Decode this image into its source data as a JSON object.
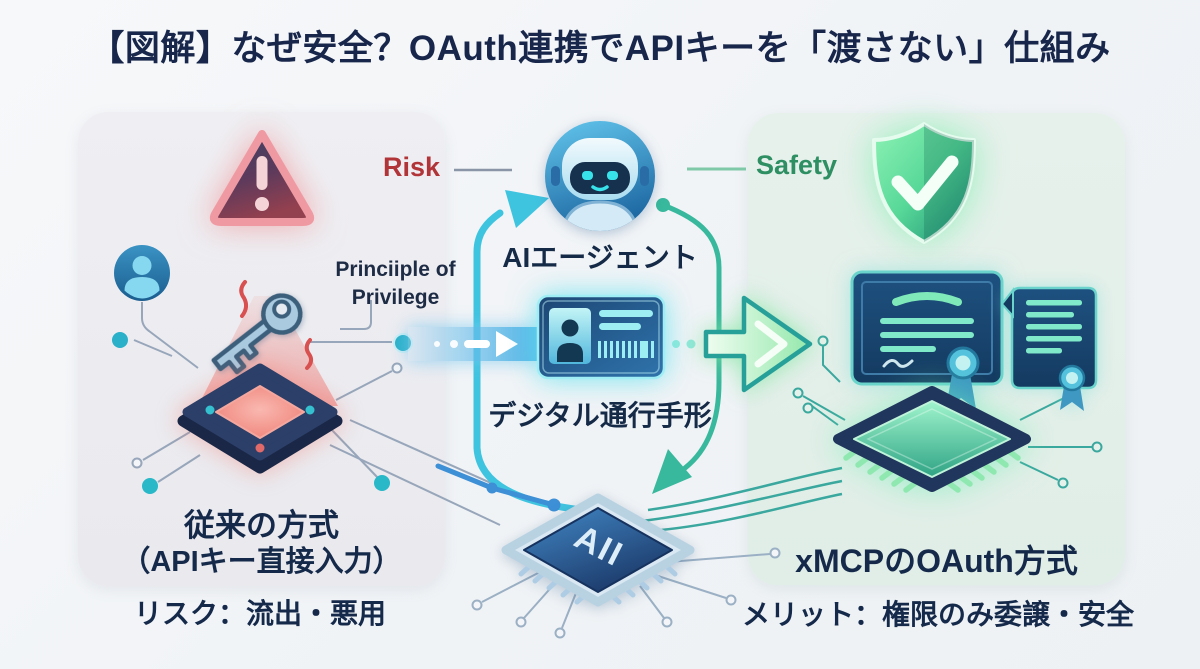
{
  "title": "【図解】なぜ安全？OAuth連携でAPIキーを「渡さない」仕組み",
  "flow": {
    "risk_label": "Risk",
    "safety_label": "Safety",
    "principle_line1": "Princiiple of",
    "principle_line2": "Privilege",
    "ai_agent_label": "AIエージェント",
    "digital_pass_label": "デジタル通行手形",
    "ai_chip_label": "AII"
  },
  "left_panel": {
    "title_line1": "従来の方式",
    "title_line2": "（APIキー直接入力）",
    "caption": "リスク：流出・悪用"
  },
  "right_panel": {
    "title": "xMCPのOAuth方式",
    "caption": "メリット：権限のみ委譲・安全"
  },
  "icons": {
    "warning": "warning-triangle-icon",
    "user": "user-avatar-icon",
    "key": "key-icon",
    "chip_left": "chip-icon",
    "id_card": "id-card-icon",
    "robot": "robot-icon",
    "shield": "shield-check-icon",
    "certificate": "certificate-icon",
    "document": "document-badge-icon",
    "chip_right": "secure-chip-icon",
    "ai_chip": "ai-chip-icon"
  },
  "colors": {
    "risk_red": "#b13438",
    "safety_green": "#2e8f63",
    "title_navy": "#17264a",
    "flow_cyan": "#3fc4e0",
    "flow_teal": "#38b89c",
    "arrow_teal": "#28a09a",
    "accent_blue": "#3d8fd6"
  }
}
